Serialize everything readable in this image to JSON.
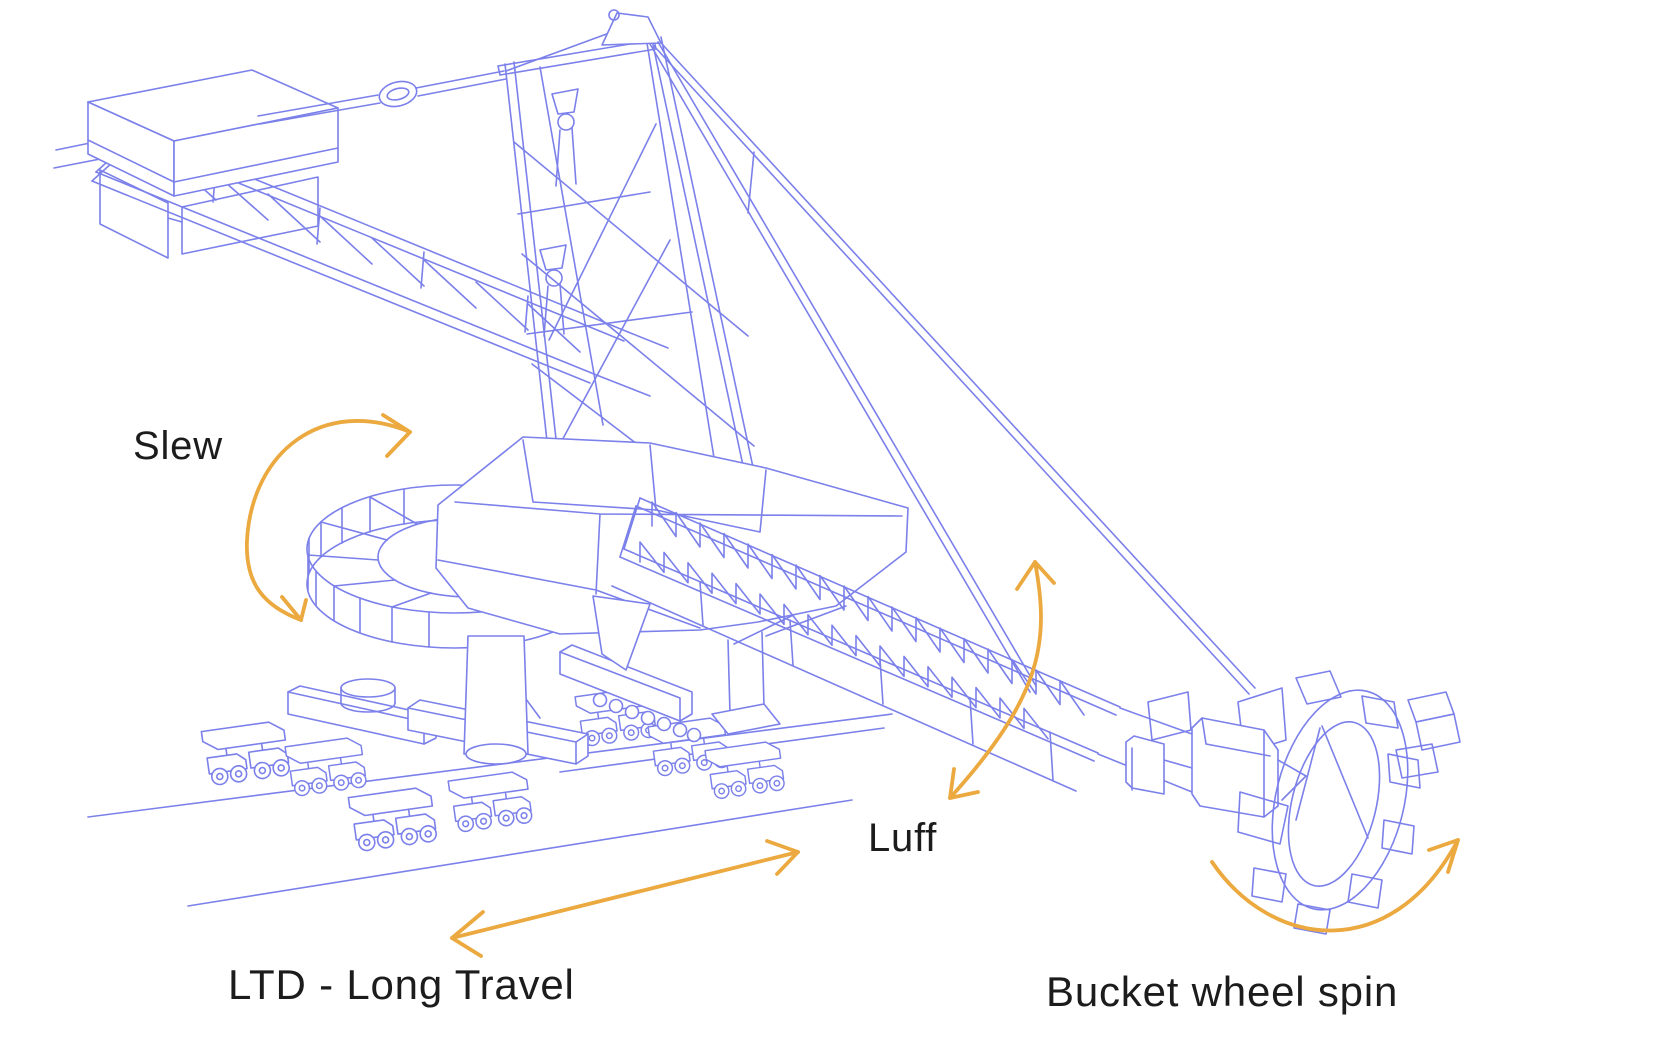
{
  "diagram": {
    "subject": "bucket-wheel-excavator-motion-diagram",
    "colors": {
      "machine": "#7b80ea",
      "arrows": "#eba93f",
      "text": "#1c1c1c",
      "background": "#ffffff"
    },
    "labels": {
      "slew": "Slew",
      "luff": "Luff",
      "long_travel": "LTD - Long Travel",
      "bucket_wheel_spin": "Bucket wheel spin"
    }
  }
}
